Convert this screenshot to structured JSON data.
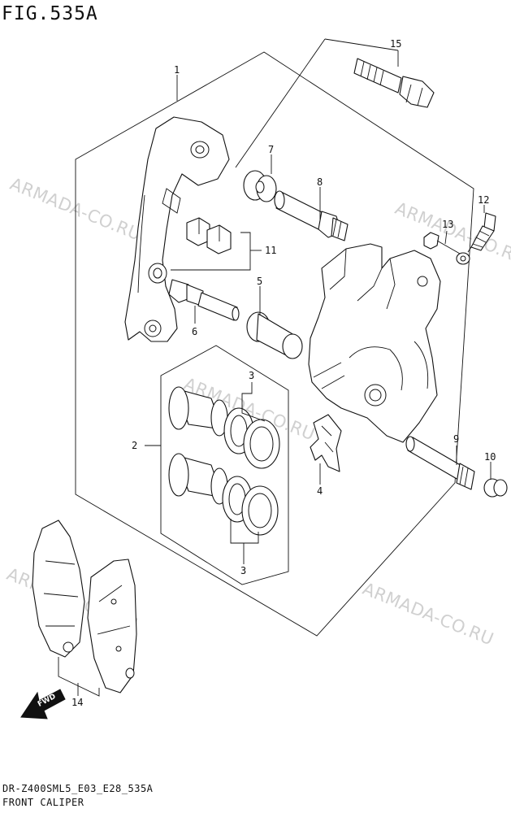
{
  "figure": {
    "title": "FIG.535A",
    "code": "DR-Z400SML5_E03_E28_535A",
    "name": "FRONT CALIPER"
  },
  "watermark": {
    "text": "ARMADA-CO.RU",
    "color": "#d0d0d0"
  },
  "fwd_label": "FWD",
  "callouts": {
    "c1": "1",
    "c2": "2",
    "c3a": "3",
    "c3b": "3",
    "c4": "4",
    "c5": "5",
    "c6": "6",
    "c7": "7",
    "c8": "8",
    "c9": "9",
    "c10": "10",
    "c11": "11",
    "c12": "12",
    "c13": "13",
    "c14": "14",
    "c15": "15"
  }
}
